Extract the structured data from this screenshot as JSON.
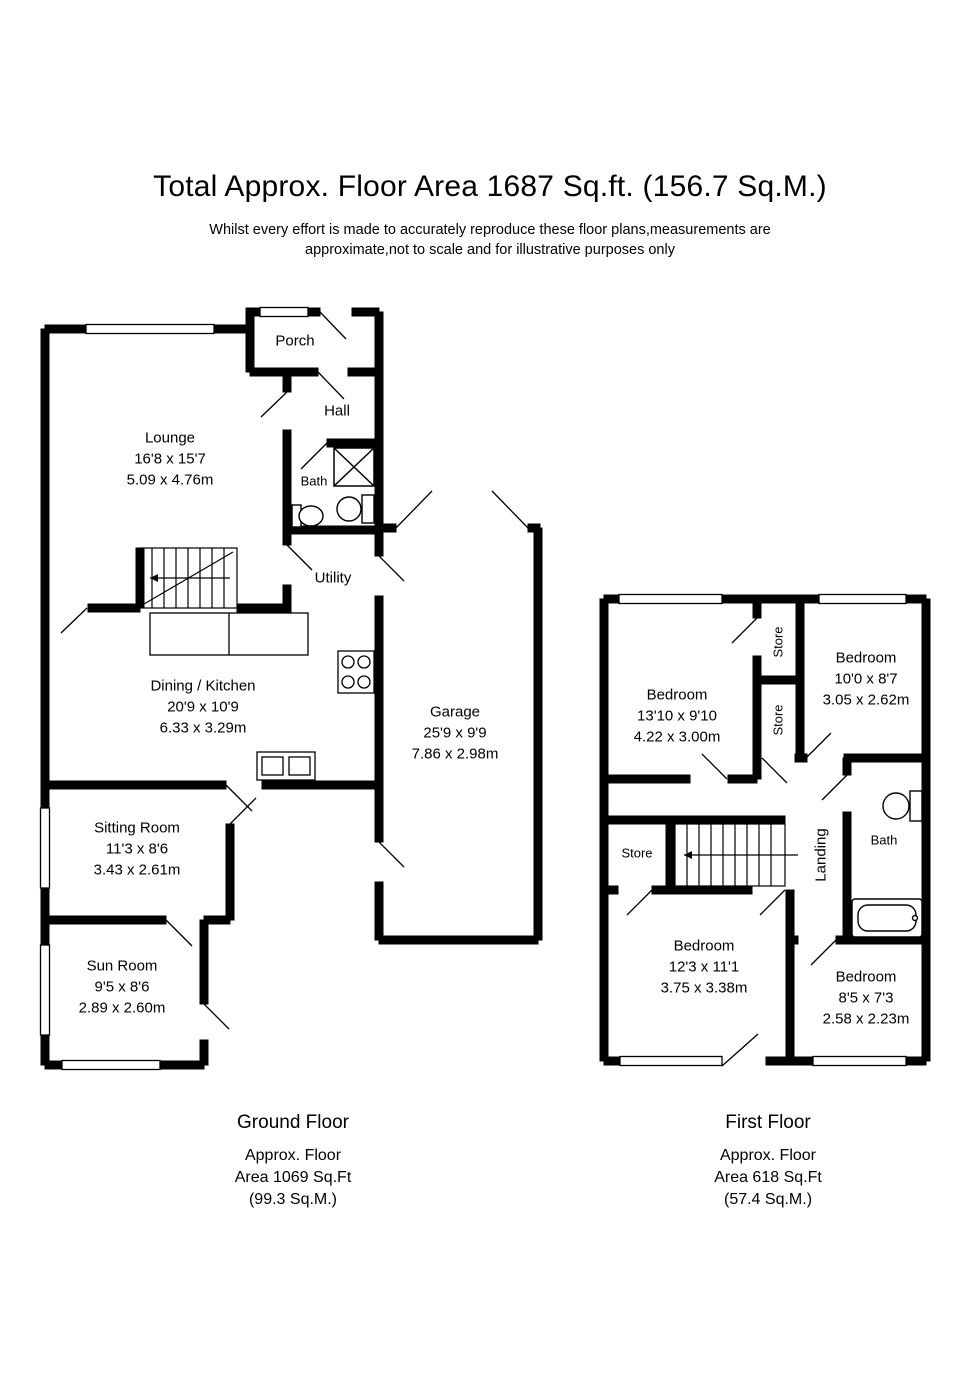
{
  "header": {
    "title": "Total Approx. Floor Area 1687 Sq.ft. (156.7 Sq.M.)",
    "disclaimer_line1": "Whilst every effort is made to accurately reproduce these floor plans,measurements are",
    "disclaimer_line2": "approximate,not to scale and for illustrative purposes only"
  },
  "ground_floor": {
    "caption": {
      "title": "Ground Floor",
      "line1": "Approx. Floor",
      "line2": "Area 1069 Sq.Ft",
      "line3": "(99.3 Sq.M.)"
    },
    "rooms": {
      "porch": {
        "name": "Porch"
      },
      "hall": {
        "name": "Hall"
      },
      "bath": {
        "name": "Bath"
      },
      "utility": {
        "name": "Utility"
      },
      "lounge": {
        "name": "Lounge",
        "imperial": "16'8 x 15'7",
        "metric": "5.09 x 4.76m"
      },
      "dining_kitchen": {
        "name": "Dining / Kitchen",
        "imperial": "20'9 x 10'9",
        "metric": "6.33 x 3.29m"
      },
      "garage": {
        "name": "Garage",
        "imperial": "25'9 x 9'9",
        "metric": "7.86 x 2.98m"
      },
      "sitting_room": {
        "name": "Sitting Room",
        "imperial": "11'3 x 8'6",
        "metric": "3.43 x 2.61m"
      },
      "sun_room": {
        "name": "Sun Room",
        "imperial": "9'5 x 8'6",
        "metric": "2.89 x 2.60m"
      }
    }
  },
  "first_floor": {
    "caption": {
      "title": "First Floor",
      "line1": "Approx. Floor",
      "line2": "Area 618 Sq.Ft",
      "line3": "(57.4 Sq.M.)"
    },
    "rooms": {
      "bedroom_1": {
        "name": "Bedroom",
        "imperial": "13'10 x 9'10",
        "metric": "4.22 x 3.00m"
      },
      "bedroom_2": {
        "name": "Bedroom",
        "imperial": "10'0 x 8'7",
        "metric": "3.05 x 2.62m"
      },
      "bedroom_3": {
        "name": "Bedroom",
        "imperial": "12'3 x 11'1",
        "metric": "3.75 x 3.38m"
      },
      "bedroom_4": {
        "name": "Bedroom",
        "imperial": "8'5 x 7'3",
        "metric": "2.58 x 2.23m"
      },
      "store_top": {
        "name": "Store"
      },
      "store_mid": {
        "name": "Store"
      },
      "store_left": {
        "name": "Store"
      },
      "landing": {
        "name": "Landing"
      },
      "bath": {
        "name": "Bath"
      }
    }
  }
}
